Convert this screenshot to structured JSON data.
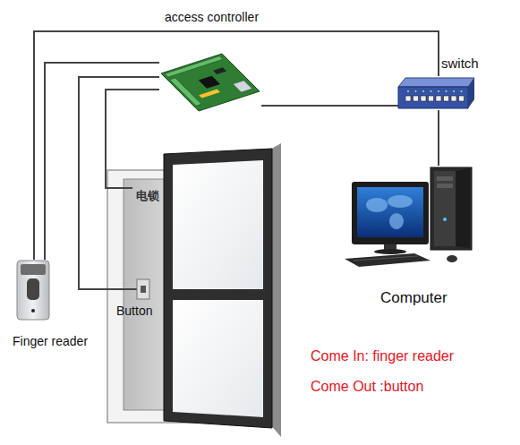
{
  "diagram": {
    "nodes": [
      {
        "text": [
          "access controller"
        ]
      },
      {
        "text": [
          "switch"
        ]
      },
      {
        "text": [
          "电锁"
        ]
      },
      {
        "text": [
          "Computer"
        ]
      },
      {
        "text": [
          "Button"
        ]
      },
      {
        "text": [
          "Finger reader"
        ]
      }
    ],
    "edges": [
      {
        "from": 0,
        "to": 5,
        "arrow": "none"
      },
      {
        "from": 0,
        "to": 4,
        "arrow": "none"
      },
      {
        "from": 0,
        "to": 2,
        "arrow": "none"
      },
      {
        "from": 0,
        "to": 1,
        "arrow": "none"
      },
      {
        "from": 1,
        "to": 3,
        "arrow": "none"
      },
      {
        "from": 5,
        "to": 1,
        "arrow": "none"
      }
    ],
    "labels": [
      "Come In: finger reader",
      "Come Out :button"
    ]
  }
}
